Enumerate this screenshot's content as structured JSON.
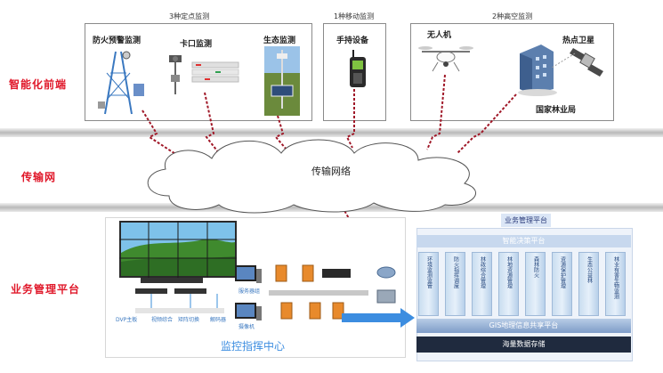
{
  "layers": {
    "frontend": "智能化前端",
    "network": "传输网",
    "platform": "业务管理平台"
  },
  "groups": {
    "fixed": "3种定点监测",
    "mobile": "1种移动监测",
    "aerial": "2种高空监测"
  },
  "devices": {
    "fire_tower": "防火预警监测",
    "checkpoint": "卡口监测",
    "ecology": "生态监测",
    "handheld": "手持设备",
    "drone": "无人机",
    "satellite": "热点卫星",
    "forestry_bureau": "国家林业局"
  },
  "network_cloud": "传输网络",
  "control_center": {
    "title": "监控指挥中心",
    "labels": [
      "DVP主板",
      "视频综合",
      "矩阵切换",
      "解码器",
      "服务器组",
      "摄像机"
    ]
  },
  "platform_panel": {
    "title": "业务管理平台",
    "decision": "智能决策平台",
    "columns": [
      "环境监测监管",
      "防火指挥调度",
      "林政综合管理",
      "林地资源管理",
      "森林防火",
      "资源保护管理",
      "生态公益林",
      "林业有害生物监测"
    ],
    "gis": "GIS地理信息共享平台",
    "storage": "海量数据存储"
  },
  "colors": {
    "layer_label": "#e0182a",
    "zigzag": "#a01828",
    "arrow": "#3c8de0"
  }
}
